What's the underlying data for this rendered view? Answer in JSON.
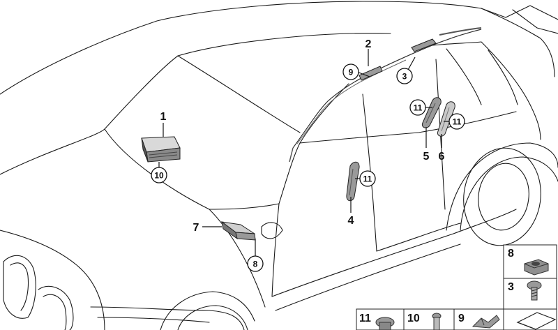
{
  "callouts": {
    "p1": "1",
    "p2": "2",
    "p3": "3",
    "p4": "4",
    "p5": "5",
    "p6": "6",
    "p7": "7"
  },
  "circled": {
    "c10_front": "10",
    "c9_rail": "9",
    "c3_rail": "3",
    "c11_b": "11",
    "c11_c1": "11",
    "c11_c2": "11",
    "c8_front": "8"
  },
  "fastener_panel": {
    "box8": "8",
    "box3": "3",
    "box11": "11",
    "box10": "10",
    "box9": "9"
  }
}
